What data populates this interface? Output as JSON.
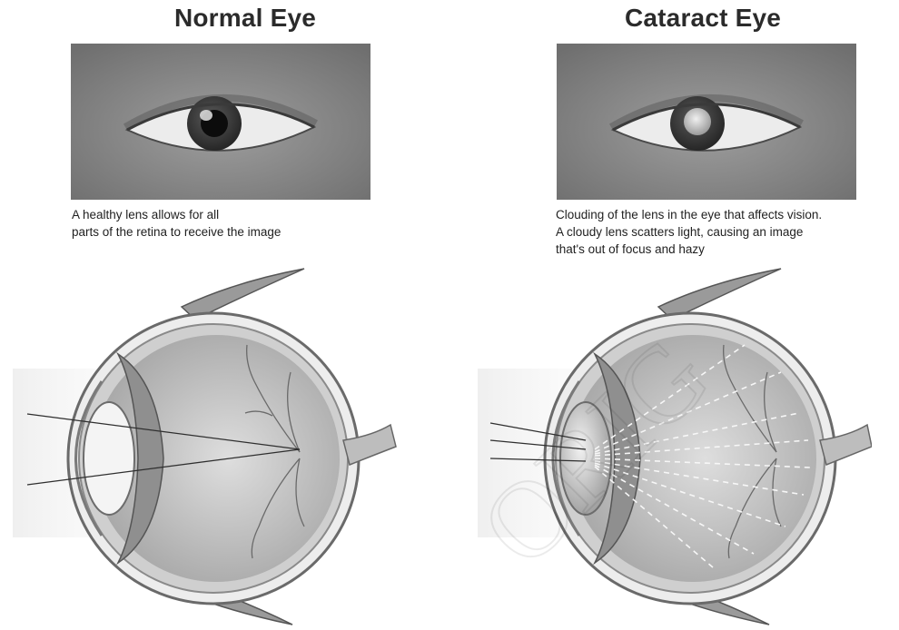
{
  "panels": {
    "normal": {
      "title": "Normal Eye",
      "caption_lines": [
        "A healthy lens allows for all",
        "parts of the retina to receive the image"
      ]
    },
    "cataract": {
      "title": "Cataract Eye",
      "caption_lines": [
        "Clouding of the lens in the eye that affects vision.",
        "A cloudy lens scatters light, causing an image",
        "that's out of focus and hazy"
      ]
    }
  },
  "watermark": "ORIG",
  "colors": {
    "skin": "#8a8a8a",
    "sclera": "#e9e9e9",
    "iris": "#3c3c3c",
    "pupil": "#0e0e0e",
    "cloudy_lens": "#c8c8c8",
    "eyeball_interior": "#b8b8b8",
    "light_beam": "#f2f2f2"
  }
}
